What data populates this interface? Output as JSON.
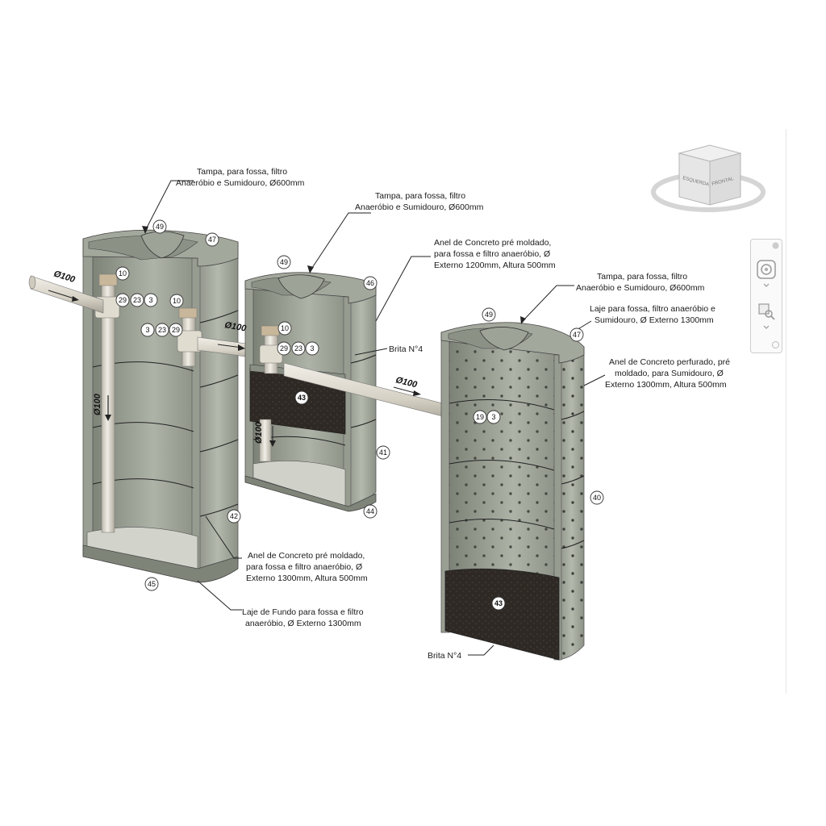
{
  "labels": {
    "tampa_1": [
      "Tampa, para fossa, filtro",
      "Anaeróbio e Sumidouro, Ø600mm"
    ],
    "tampa_2": [
      "Tampa, para fossa, filtro",
      "Anaeróbio e Sumidouro, Ø600mm"
    ],
    "tampa_3": [
      "Tampa, para fossa, filtro",
      "Anaeróbio e Sumidouro, Ø600mm"
    ],
    "anel_1200": [
      "Anel de Concreto pré moldado,",
      "para fossa e filtro anaeróbio, Ø",
      "Externo 1200mm, Altura 500mm"
    ],
    "laje_sumidouro": [
      "Laje para fossa, filtro anaeróbio e",
      "Sumidouro, Ø Externo 1300mm"
    ],
    "anel_perfurado": [
      "Anel de Concreto perfurado, pré",
      "moldado, para Sumidouro, Ø",
      "Externo 1300mm, Altura 500mm"
    ],
    "anel_1300": [
      "Anel de Concreto pré moldado,",
      "para fossa e filtro anaeróbio, Ø",
      "Externo 1300mm, Altura 500mm"
    ],
    "laje_fundo": [
      "Laje de Fundo para fossa e filtro",
      "anaeróbio, Ø Externo 1300mm"
    ],
    "brita_1": "Brita N°4",
    "brita_2": "Brita N°4"
  },
  "pipes": {
    "p1": "Ø100",
    "p2": "Ø100",
    "p3": "Ø100",
    "v1": "Ø100",
    "v2": "Ø100"
  },
  "tags": {
    "t49a": "49",
    "t47a": "47",
    "t10a": "10",
    "t29a": "29",
    "t23a": "23",
    "t3a": "3",
    "t10b": "10",
    "t3b": "3",
    "t23b": "23",
    "t29b": "29",
    "t42": "42",
    "t45": "45",
    "t49b": "49",
    "t46": "46",
    "t10c": "10",
    "t29c": "29",
    "t23c": "23",
    "t3c": "3",
    "t43a": "43",
    "t41": "41",
    "t44": "44",
    "t49c": "49",
    "t47b": "47",
    "t19": "19",
    "t3d": "3",
    "t40": "40",
    "t43b": "43"
  },
  "viewcube": {
    "left_face": "ESQUERDA",
    "front_face": "FRONTAL"
  },
  "colors": {
    "concrete": "#a9aea2",
    "concrete_dark": "#7c8177",
    "gravel": "#2f2a25",
    "pipe": "#d9d4c8"
  }
}
